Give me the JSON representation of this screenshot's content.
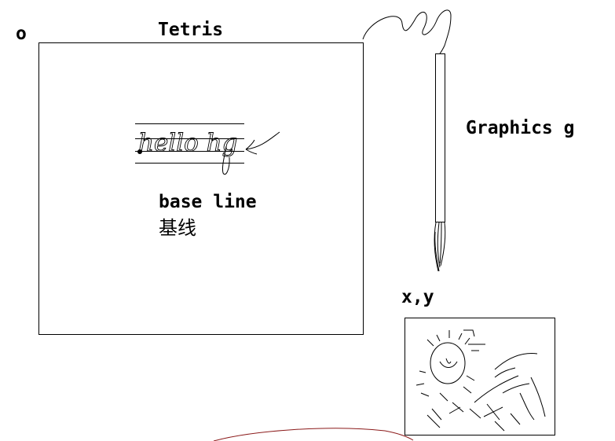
{
  "labels": {
    "origin": "o",
    "window_title": "Tetris",
    "graphics": "Graphics g",
    "coords": "x,y",
    "baseline_en": "base line",
    "baseline_zh": "基线",
    "handwritten_text": "hello hg"
  },
  "colors": {
    "ink": "#000000",
    "underline": "#8b1a1a",
    "background": "#ffffff"
  }
}
